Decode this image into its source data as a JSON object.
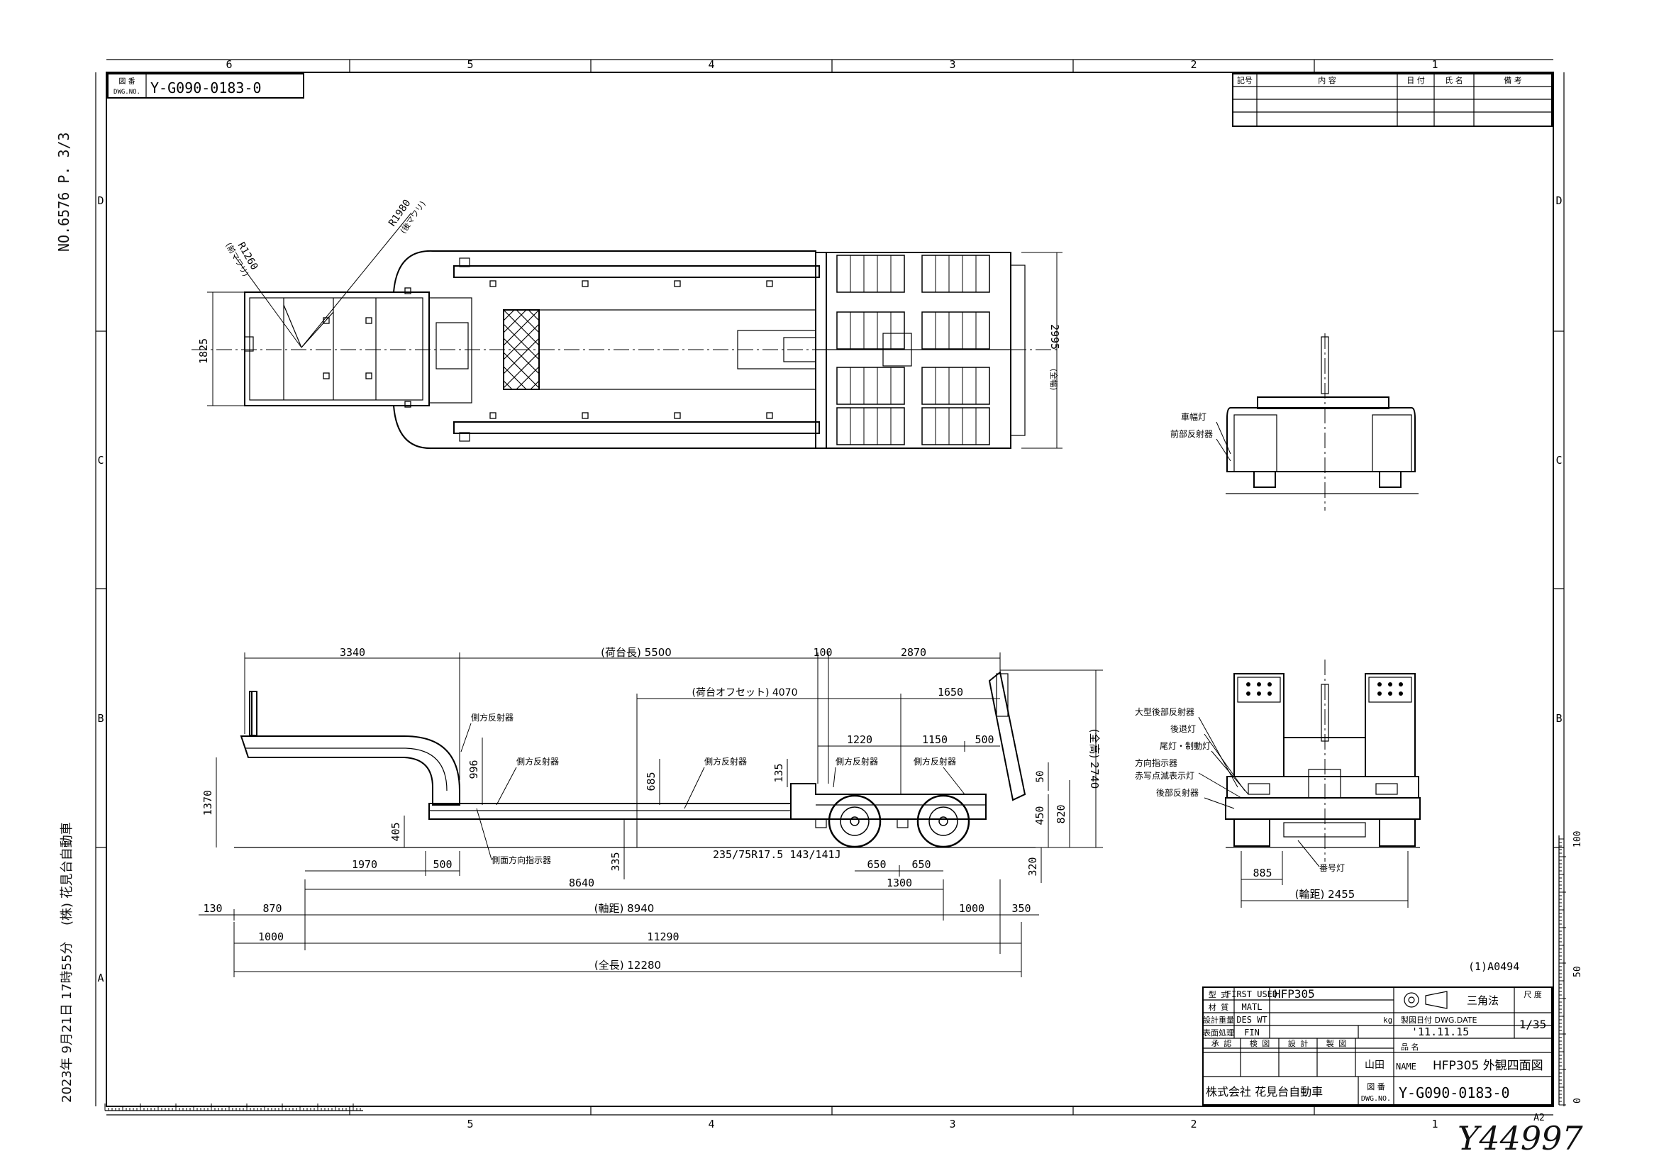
{
  "margin_notes": {
    "fax_page": "NO.6576   P. 3/3",
    "sender": "(株) 花見台自動車",
    "timestamp": "2023年 9月21日 17時55分"
  },
  "frame": {
    "col_top": [
      "6",
      "5",
      "4",
      "3",
      "2",
      "1"
    ],
    "col_bottom": [
      "5",
      "4",
      "3",
      "2",
      "1"
    ],
    "rows_left": [
      "D",
      "C",
      "B",
      "A"
    ],
    "rows_right": [
      "D",
      "C",
      "B"
    ],
    "sheet_size": "A2",
    "scale_ruler": [
      "100",
      "50",
      "0"
    ]
  },
  "dwg_box": {
    "label_jp": "図 番",
    "label_en": "DWG.NO.",
    "number": "Y-G090-0183-0"
  },
  "revision_table": {
    "headers": [
      "記号",
      "内 容",
      "日 付",
      "氏 名",
      "備 考"
    ]
  },
  "plan_view": {
    "radius_1": "R1260",
    "radius_1_note": "(前マワリ)",
    "radius_2": "R1980",
    "radius_2_note": "(後マワリ)",
    "width_front": "1825",
    "width_total": "2995",
    "width_total_note": "(全幅)"
  },
  "side_view": {
    "dims_top": [
      "3340",
      "(荷台長) 5500",
      "100",
      "2870"
    ],
    "dims_upper": [
      "(荷台オフセット) 4070",
      "1650"
    ],
    "dims_axle": [
      "1220",
      "1150",
      "500"
    ],
    "vertical": [
      "1370",
      "996",
      "685",
      "135",
      "405",
      "335",
      "320",
      "450",
      "820",
      "50",
      "(全高) 2740"
    ],
    "dims_bottom": [
      "1970",
      "500",
      "650",
      "650",
      "1300",
      "8640"
    ],
    "tire_spec": "235/75R17.5 143/141J",
    "row_wheelbase": [
      "130",
      "870",
      "(軸距) 8940",
      "1000",
      "350"
    ],
    "row_mid": [
      "1000",
      "11290"
    ],
    "overall_length": "(全長) 12280",
    "labels": [
      "側方反射器",
      "側方反射器",
      "側方反射器",
      "側方反射器",
      "側方反射器",
      "側面方向指示器"
    ]
  },
  "rear_view": {
    "top_labels": [
      "車幅灯",
      "前部反射器"
    ],
    "labels": [
      "大型後部反射器",
      "後退灯",
      "尾灯・制動灯",
      "方向指示器",
      "赤写点滅表示灯",
      "後部反射器"
    ],
    "plate_light": "番号灯",
    "dim_left": "885",
    "track": "(輪距) 2455"
  },
  "title_block": {
    "ref_code": "(1)A0494",
    "rows": [
      {
        "jp": "型 式",
        "en": "FIRST USED",
        "value": "HFP305"
      },
      {
        "jp": "材 質",
        "en": "MATL",
        "value": ""
      },
      {
        "jp": "設計重量",
        "en": "DES WT",
        "value": "",
        "unit": "kg"
      },
      {
        "jp": "表面処理",
        "en": "FIN",
        "value": ""
      }
    ],
    "projection": "三角法",
    "scale_label": "尺 度",
    "scale": "1/35",
    "date_label": "製図日付 DWG.DATE",
    "date": "'11.11.15",
    "approvals": [
      "承 認",
      "検 図",
      "設 計",
      "製 図"
    ],
    "drafter": "山田",
    "name_label_jp": "品 名",
    "name_label_en": "NAME",
    "name": "HFP305 外観四面図",
    "company": "株式会社 花見台自動車",
    "dwg_label_jp": "図 番",
    "dwg_label_en": "DWG.NO.",
    "dwg_no": "Y-G090-0183-0"
  },
  "handwritten": "Y44997"
}
